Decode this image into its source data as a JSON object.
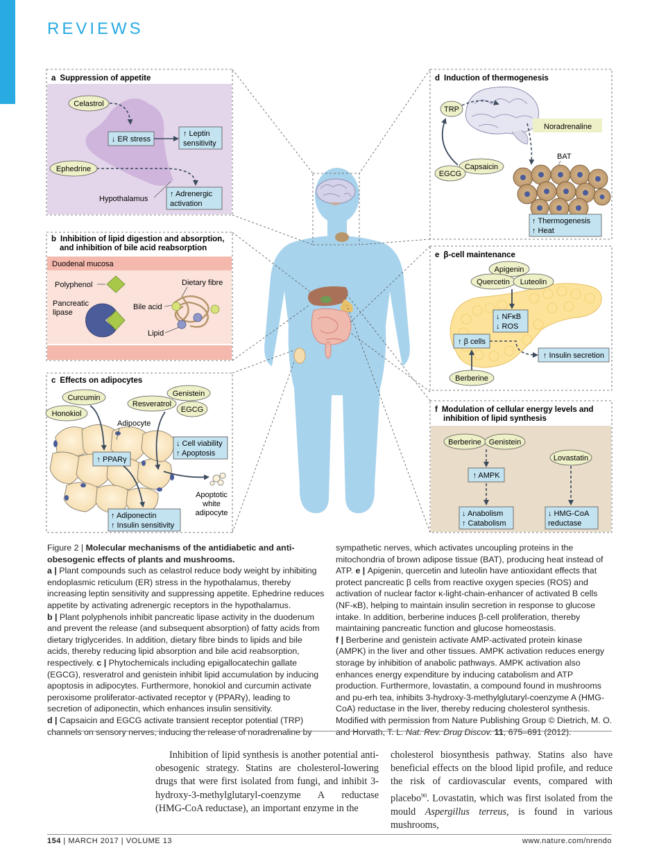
{
  "header": {
    "section": "REVIEWS"
  },
  "figure": {
    "panel_a": {
      "title_letter": "a",
      "title": "Suppression of appetite",
      "celastrol": "Celastrol",
      "er_stress": "↓ ER stress",
      "leptin_1": "↑ Leptin",
      "leptin_2": "sensitivity",
      "ephedrine": "Ephedrine",
      "hypothalamus": "Hypothalamus",
      "adrenergic_1": "↑ Adrenergic",
      "adrenergic_2": "activation"
    },
    "panel_b": {
      "title_letter": "b",
      "title_1": "Inhibition of lipid digestion and absorption,",
      "title_2": "and inhibition of bile acid reabsorption",
      "mucosa": "Duodenal mucosa",
      "polyphenol": "Polyphenol",
      "dietary_fibre": "Dietary fibre",
      "pancreatic": "Pancreatic",
      "lipase": "lipase",
      "bile_acid": "Bile acid",
      "lipid": "Lipid"
    },
    "panel_c": {
      "title_letter": "c",
      "title": "Effects on adipocytes",
      "curcumin": "Curcumin",
      "honokiol": "Honokiol",
      "genistein": "Genistein",
      "resveratrol": "Resveratrol",
      "egcg": "EGCG",
      "adipocyte": "Adipocyte",
      "ppar": "↑ PPARγ",
      "cell_viability": "↓ Cell viability",
      "apoptosis": "↑ Apoptosis",
      "apoptotic_1": "Apoptotic",
      "apoptotic_2": "white",
      "apoptotic_3": "adipocyte",
      "adiponectin": "↑ Adiponectin",
      "insulin_sens": "↑ Insulin sensitivity"
    },
    "panel_d": {
      "title_letter": "d",
      "title": "Induction of thermogenesis",
      "trp": "TRP",
      "noradrenaline": "Noradrenaline",
      "bat": "BAT",
      "capsaicin": "Capsaicin",
      "egcg": "EGCG",
      "thermogenesis": "↑ Thermogenesis",
      "heat": "↑ Heat"
    },
    "panel_e": {
      "title_letter": "e",
      "title": "β-cell maintenance",
      "apigenin": "Apigenin",
      "quercetin": "Quercetin",
      "luteolin": "Luteolin",
      "nfkb": "↓ NFκB",
      "ros": "↓ ROS",
      "beta_cells": "↑ β cells",
      "insulin_secretion": "↑ Insulin secretion",
      "berberine": "Berberine"
    },
    "panel_f": {
      "title_letter": "f",
      "title_1": "Modulation of cellular energy levels and",
      "title_2": "inhibition of lipid synthesis",
      "berberine": "Berberine",
      "genistein": "Genistein",
      "lovastatin": "Lovastatin",
      "ampk": "↑ AMPK",
      "anabolism": "↓ Anabolism",
      "catabolism": "↑ Catabolism",
      "hmg_1": "↓ HMG-CoA",
      "hmg_2": "reductase"
    }
  },
  "caption": {
    "figure_label": "Figure 2 | ",
    "title": "Molecular mechanisms of the antidiabetic and anti-obesogenic effects of plants and mushrooms.",
    "a_label": "a | ",
    "a_text": "Plant compounds such as celastrol reduce body weight by inhibiting endoplasmic reticulum (ER) stress in the hypothalamus, thereby increasing leptin sensitivity and suppressing appetite. Ephedrine reduces appetite by activating adrenergic receptors in the hypothalamus.",
    "b_label": "b | ",
    "b_text": "Plant polyphenols inhibit pancreatic lipase activity in the duodenum and prevent the release (and subsequent absorption) of fatty acids from dietary triglycerides. In addition, dietary fibre binds to lipids and bile acids, thereby reducing lipid absorption and bile acid reabsorption, respectively. ",
    "c_label": "c | ",
    "c_text": "Phytochemicals including epigallocatechin gallate (EGCG), resveratrol and genistein inhibit lipid accumulation by inducing apoptosis in adipocytes. Furthermore, honokiol and curcumin activate peroxisome proliferator-activated receptor γ (PPARγ), leading to secretion of adiponectin, which enhances insulin sensitivity.",
    "d_label": "d | ",
    "d_text_left": "Capsaicin and EGCG activate transient receptor potential (TRP) channels on sensory nerves, inducing the release of noradrenaline by",
    "d_text_right": "sympathetic nerves, which activates uncoupling proteins in the mitochondria of brown adipose tissue (BAT), producing heat instead of ATP. ",
    "e_label": "e | ",
    "e_text": "Apigenin, quercetin and luteolin have antioxidant effects that protect pancreatic β cells from reactive oxygen species (ROS) and activation of nuclear factor κ-light-chain-enhancer of activated B cells (NF-κB), helping to maintain insulin secretion in response to glucose intake. In addition, berberine induces β-cell proliferation, thereby maintaining pancreatic function and glucose homeostasis.",
    "f_label": "f | ",
    "f_text": "Berberine and genistein activate AMP-activated protein kinase (AMPK) in the liver and other tissues. AMPK activation reduces energy storage by inhibition of anabolic pathways. AMPK activation also enhances energy expenditure by inducing catabolism and ATP production. Furthermore, lovastatin, a compound found in mushrooms and pu-erh tea, inhibits 3-hydroxy-3-methylglutaryl-coenzyme A (HMG-CoA) reductase in the liver, thereby reducing cholesterol synthesis. Modified with permission from Nature Publishing Group © Dietrich, M. O. and Horvath, T. L. ",
    "f_journal": "Nat. Rev. Drug Discov.",
    "f_volume": "11",
    "f_pages": ", 675–691 (2012)."
  },
  "body": {
    "left": "Inhibition of lipid synthesis is another potential anti-obesogenic strategy. Statins are cholesterol-lowering drugs that were first isolated from fungi, and inhibit 3-hydroxy-3-methylglutaryl-coenzyme A reductase (HMG-CoA reductase), an important enzyme in the",
    "right_1": "cholesterol biosynthesis pathway. Statins also have beneficial effects on the blood lipid profile, and reduce the risk of cardiovascular events, compared with placebo",
    "right_ref": "90",
    "right_2": ". Lovastatin, which was first isolated from the mould ",
    "right_species": "Aspergillus terreus",
    "right_3": ", is found in various mushrooms,"
  },
  "footer": {
    "page": "154",
    "issue": "MARCH 2017",
    "volume": "VOLUME 13",
    "sep": " | ",
    "url": "www.nature.com/nrendo"
  }
}
